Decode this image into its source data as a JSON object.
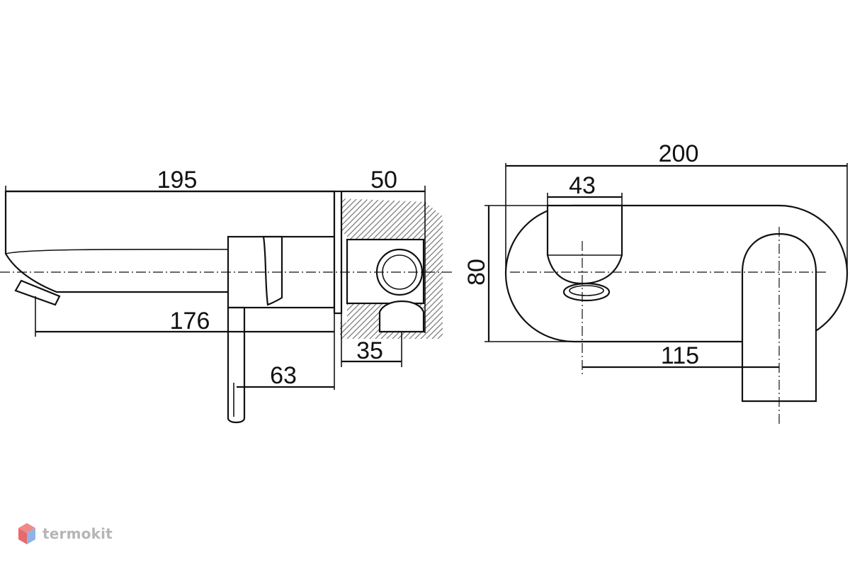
{
  "dimensions": {
    "side_view": {
      "spout_length": "195",
      "wall_depth": "50",
      "spout_projection": "176",
      "lever_offset": "63",
      "body_offset": "35"
    },
    "top_view": {
      "plate_width": "200",
      "spout_width": "43",
      "plate_height": "80",
      "centers_distance": "115"
    }
  },
  "brand": {
    "name": "termokit",
    "colors": {
      "top": "#f08a8a",
      "left": "#e86a6a",
      "right": "#8fb4e6"
    }
  }
}
